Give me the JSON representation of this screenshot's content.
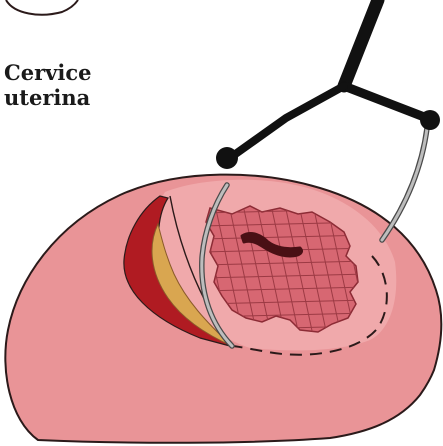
{
  "label": {
    "line1": "Cervice",
    "line2": "uterina"
  },
  "colors": {
    "cervix": "#e99497",
    "cervix_outline": "#2b1a1a",
    "lesion": "#d76772",
    "grid": "#9c3a44",
    "os": "#4a1015",
    "incision_red": "#b01b22",
    "incision_yellow": "#d9a650",
    "wire": "#9e9e9e",
    "instrument": "#111111"
  },
  "icons": [
    "cervix-shape",
    "lesion-area",
    "loop-wire",
    "electrosurgical-handle"
  ]
}
